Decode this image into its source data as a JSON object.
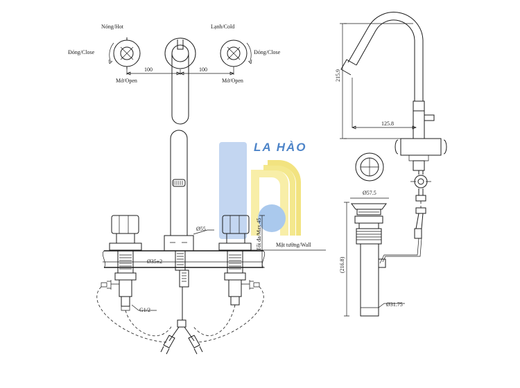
{
  "labels": {
    "hot": "Nóng/Hot",
    "cold": "Lạnh/Cold",
    "close_left": "Đóng/Close",
    "close_right": "Đóng/Close",
    "open_left": "Mở/Open",
    "open_right": "Mở/Open",
    "dim_100_left": "100",
    "dim_100_right": "100",
    "dim_55": "Ø55",
    "dim_35": "Ø35±2",
    "dim_45": "Tối đa/Max 45",
    "wall": "Mặt tường/Wall",
    "g12": "G1/2",
    "dim_215": "215.9",
    "dim_125": "125.8",
    "dim_57": "Ø57.5",
    "dim_216": "(216.8)",
    "dim_31": "Ø31.75"
  },
  "watermark": {
    "text": "LA HÀO",
    "color_blue": "#5b8fd6",
    "color_yellow": "#f2d94e"
  }
}
